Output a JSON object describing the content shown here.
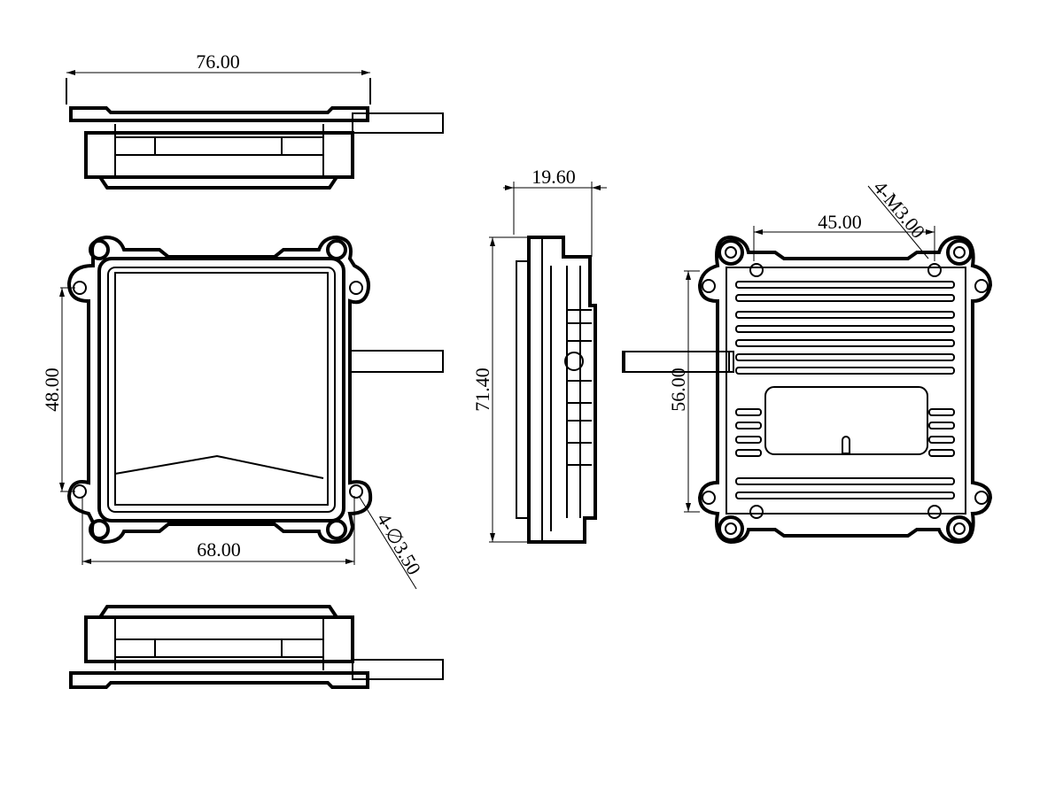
{
  "dimensions": {
    "top_width": "76.00",
    "side_depth": "19.60",
    "back_hole_spacing": "45.00",
    "back_thread": "4-M3.00",
    "front_hole_height": "48.00",
    "side_height": "71.40",
    "back_hole_height": "56.00",
    "front_hole_width": "68.00",
    "front_hole_dia": "4-∅3.50"
  }
}
